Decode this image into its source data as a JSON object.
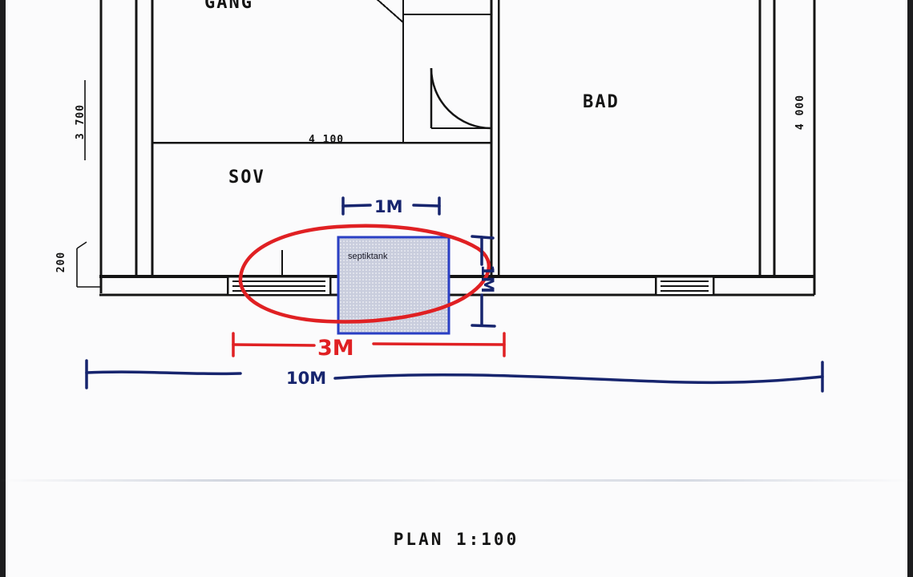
{
  "document": {
    "type": "architectural-floor-plan",
    "title": "PLAN 1:100",
    "scale": "1:100",
    "background_color": "#fbfbfc",
    "ink_color": "#141414"
  },
  "rooms": [
    {
      "id": "gang",
      "label": "GANG"
    },
    {
      "id": "sov",
      "label": "SOV"
    },
    {
      "id": "bad",
      "label": "BAD"
    }
  ],
  "printed_dimensions": [
    {
      "id": "left-height",
      "value": "3 700",
      "orientation": "vertical"
    },
    {
      "id": "sov-width",
      "value": "4 100",
      "orientation": "horizontal"
    },
    {
      "id": "left-offset",
      "value": "200",
      "orientation": "vertical"
    },
    {
      "id": "right-height",
      "value": "4 000",
      "orientation": "vertical"
    }
  ],
  "annotations": {
    "tank": {
      "label": "septiktank",
      "fill_color": "#c9cddd",
      "stroke_color": "#2a3fc4"
    },
    "highlight_ellipse": {
      "name": "red-ellipse-highlight",
      "color": "#e02023"
    },
    "measurements": [
      {
        "id": "tank-width-top",
        "text": "1M",
        "color": "#17256e",
        "orientation": "horizontal"
      },
      {
        "id": "tank-height-right",
        "text": "1M",
        "color": "#17256e",
        "orientation": "vertical"
      },
      {
        "id": "offset-red",
        "text": "3M",
        "color": "#e02023",
        "orientation": "horizontal"
      },
      {
        "id": "site-width-blue",
        "text": "10M",
        "color": "#17256e",
        "orientation": "horizontal"
      }
    ]
  }
}
